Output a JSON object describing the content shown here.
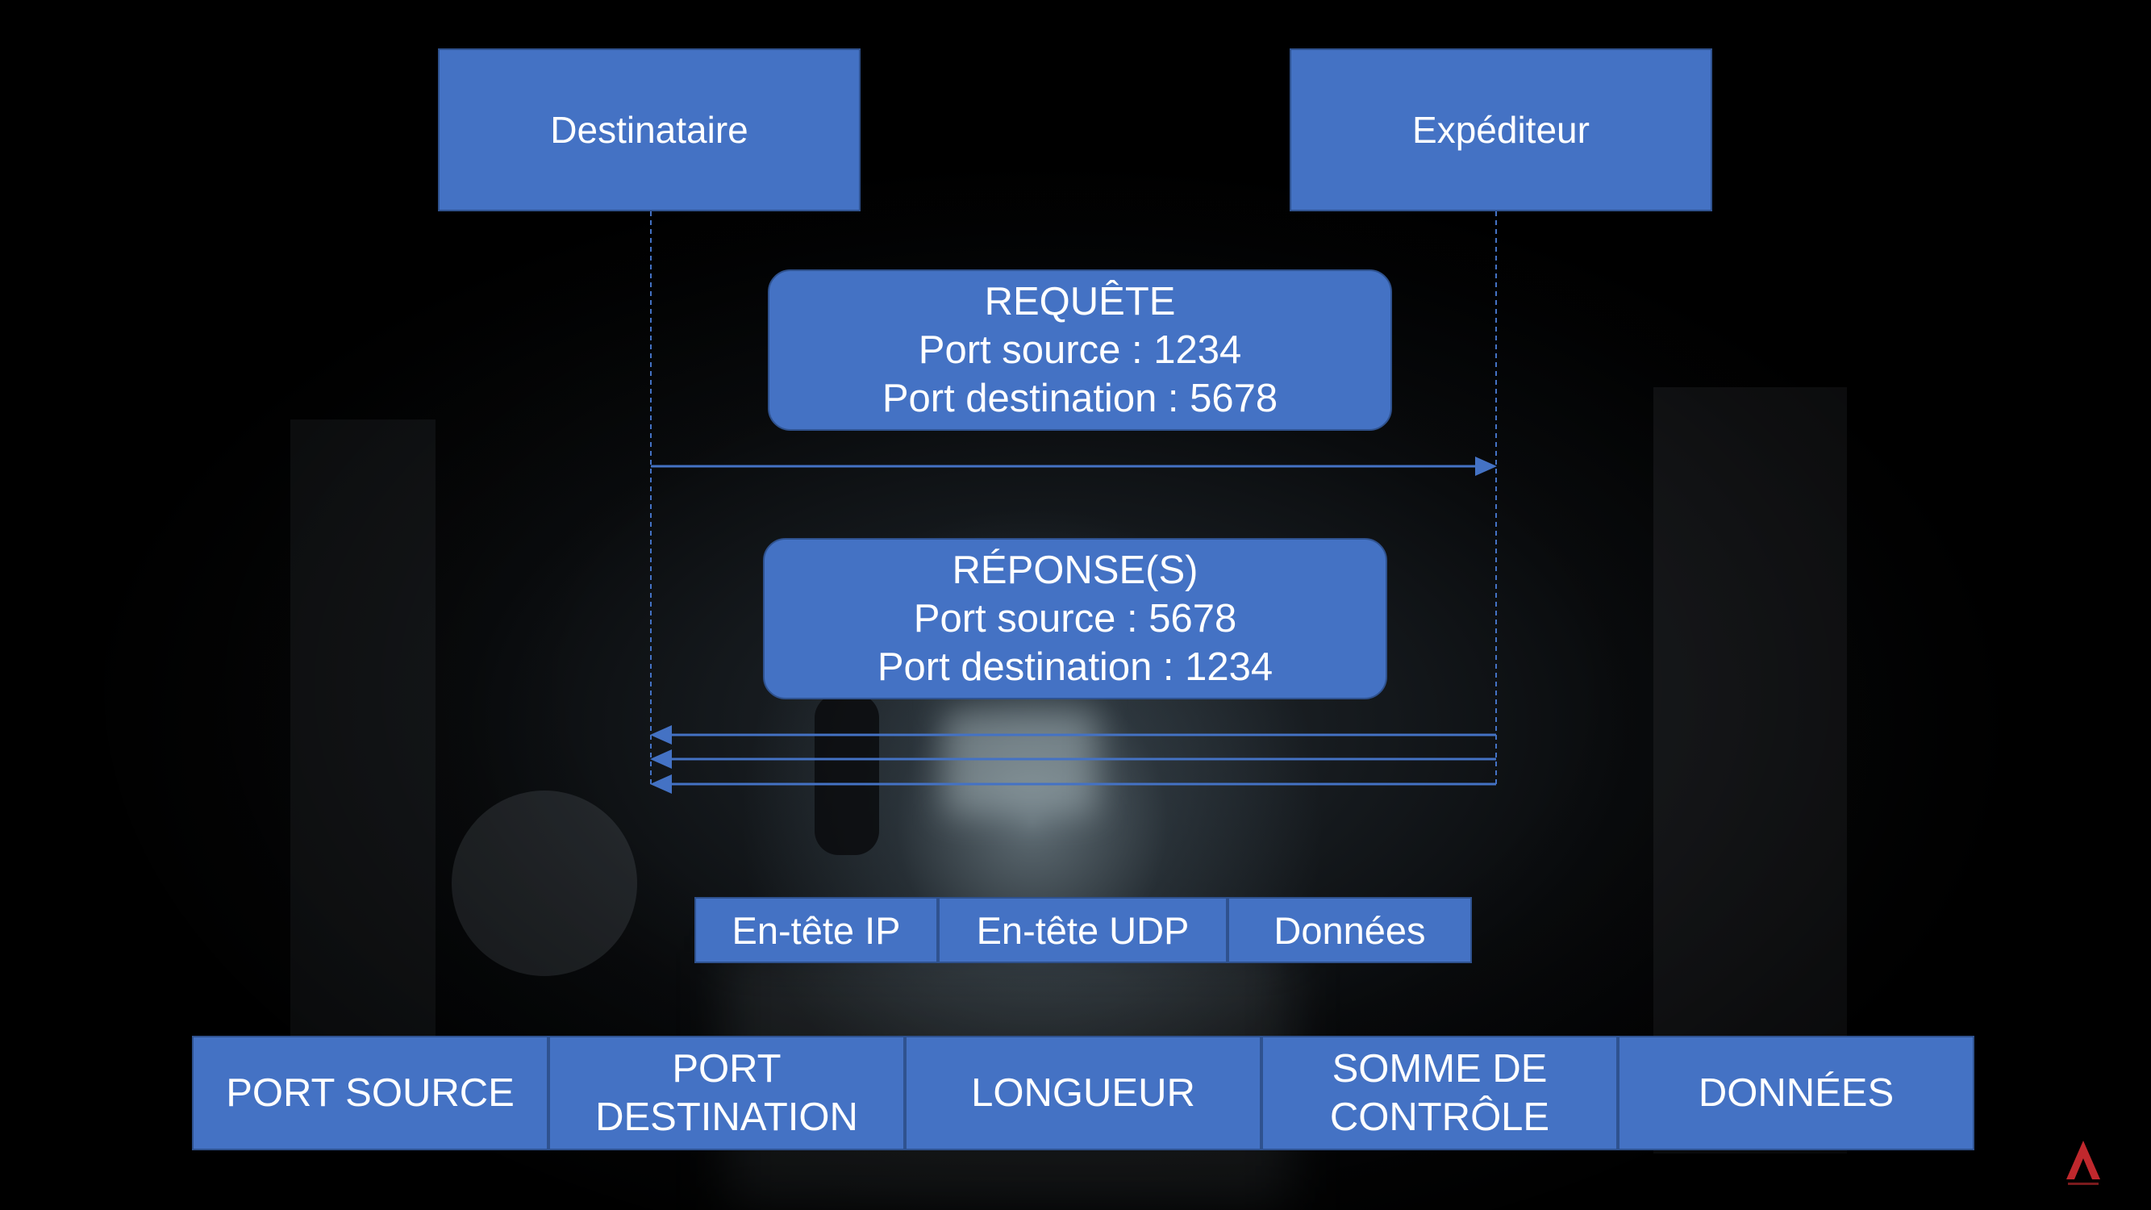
{
  "participants": {
    "left": "Destinataire",
    "right": "Expéditeur"
  },
  "request": {
    "title": "REQUÊTE",
    "source_port": "Port source : 1234",
    "dest_port": "Port destination : 5678"
  },
  "response": {
    "title": "RÉPONSE(S)",
    "source_port": "Port source : 5678",
    "dest_port": "Port destination : 1234"
  },
  "encapsulation": [
    "En-tête IP",
    "En-tête UDP",
    "Données"
  ],
  "udp_header_fields": [
    "PORT SOURCE",
    "PORT\nDESTINATION",
    "LONGUEUR",
    "SOMME DE\nCONTRÔLE",
    "DONNÉES"
  ],
  "colors": {
    "box_fill": "#4472c4",
    "box_border": "#2f528f",
    "arrow": "#4472c4",
    "logo": "#c0282d"
  },
  "icons": {
    "logo": "red-a-logo"
  }
}
